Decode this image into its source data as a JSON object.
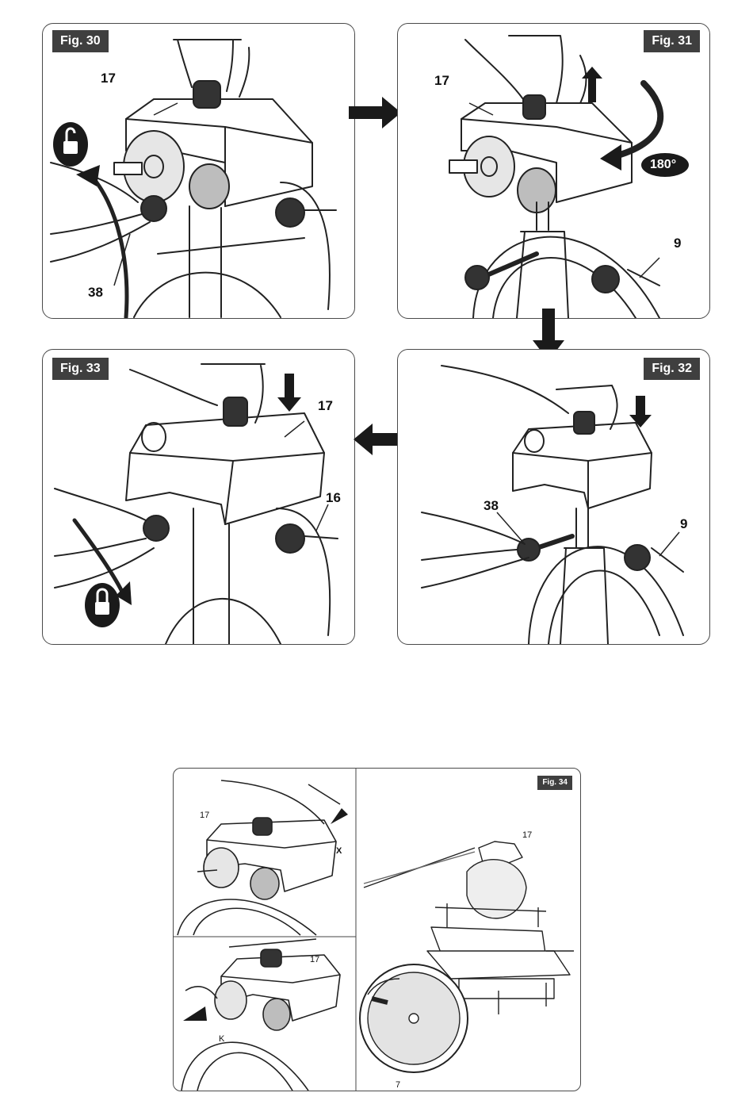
{
  "figures": {
    "fig30": {
      "tag": "Fig. 30",
      "labels": {
        "part17": "17",
        "part38": "38"
      }
    },
    "fig31": {
      "tag": "Fig. 31",
      "labels": {
        "part17": "17",
        "part9": "9",
        "rotation": "180°"
      }
    },
    "fig32": {
      "tag": "Fig. 32",
      "labels": {
        "part38": "38",
        "part9": "9"
      }
    },
    "fig33": {
      "tag": "Fig. 33",
      "labels": {
        "part17": "17",
        "part16": "16"
      }
    },
    "fig34": {
      "tag": "Fig. 34",
      "labels": {
        "top_part17": "17",
        "top_x": "X",
        "bottom_part17": "17",
        "bottom_k": "K",
        "right_part17": "17",
        "right_part7": "7"
      }
    }
  },
  "colors": {
    "line": "#222222",
    "tag_bg": "#3f3f3f",
    "arrow": "#1a1a1a"
  },
  "icons": {
    "unlock": "padlock-open-icon",
    "lock": "padlock-closed-icon"
  }
}
